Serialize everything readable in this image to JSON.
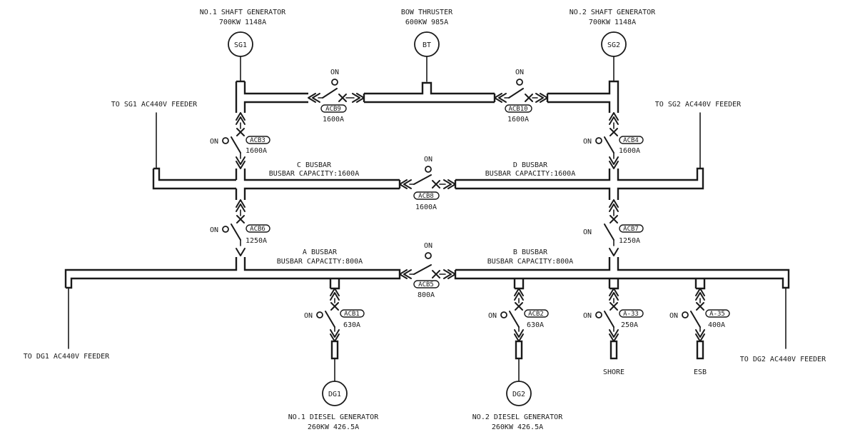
{
  "generators": {
    "sg1": {
      "label": "SG1",
      "title": "NO.1 SHAFT GENERATOR",
      "rating": "700KW  1148A"
    },
    "bt": {
      "label": "BT",
      "title": "BOW THRUSTER",
      "rating": "600KW  985A"
    },
    "sg2": {
      "label": "SG2",
      "title": "NO.2 SHAFT GENERATOR",
      "rating": "700KW  1148A"
    },
    "dg1": {
      "label": "DG1",
      "title": "NO.1 DIESEL GENERATOR",
      "rating": "260KW  426.5A"
    },
    "dg2": {
      "label": "DG2",
      "title": "NO.2 DIESEL GENERATOR",
      "rating": "260KW  426.5A"
    }
  },
  "busbars": {
    "c": {
      "name": "C BUSBAR",
      "capacity": "BUSBAR CAPACITY:1600A"
    },
    "d": {
      "name": "D BUSBAR",
      "capacity": "BUSBAR CAPACITY:1600A"
    },
    "a": {
      "name": "A BUSBAR",
      "capacity": "BUSBAR CAPACITY:800A"
    },
    "b": {
      "name": "B BUSBAR",
      "capacity": "BUSBAR CAPACITY:800A"
    }
  },
  "feeders": {
    "sg1": "TO SG1 AC440V FEEDER",
    "sg2": "TO SG2 AC440V FEEDER",
    "dg1": "TO DG1 AC440V FEEDER",
    "dg2": "TO DG2 AC440V FEEDER"
  },
  "breakers": {
    "acb9": {
      "tag": "ACB9",
      "rating": "1600A"
    },
    "acb10": {
      "tag": "ACB10",
      "rating": "1600A"
    },
    "acb3": {
      "tag": "ACB3",
      "rating": "1600A"
    },
    "acb4": {
      "tag": "ACB4",
      "rating": "1600A"
    },
    "acb8": {
      "tag": "ACB8",
      "rating": "1600A"
    },
    "acb6": {
      "tag": "ACB6",
      "rating": "1250A"
    },
    "acb7": {
      "tag": "ACB7",
      "rating": "1250A"
    },
    "acb5": {
      "tag": "ACB5",
      "rating": "800A"
    },
    "acb1": {
      "tag": "ACB1",
      "rating": "630A"
    },
    "acb2": {
      "tag": "ACB2",
      "rating": "630A"
    },
    "a33": {
      "tag": "A-33",
      "rating": "250A"
    },
    "a35": {
      "tag": "A-35",
      "rating": "400A"
    }
  },
  "indicators": {
    "on_label": "ON"
  },
  "loads": {
    "shore": "SHORE",
    "esb": "ESB"
  }
}
